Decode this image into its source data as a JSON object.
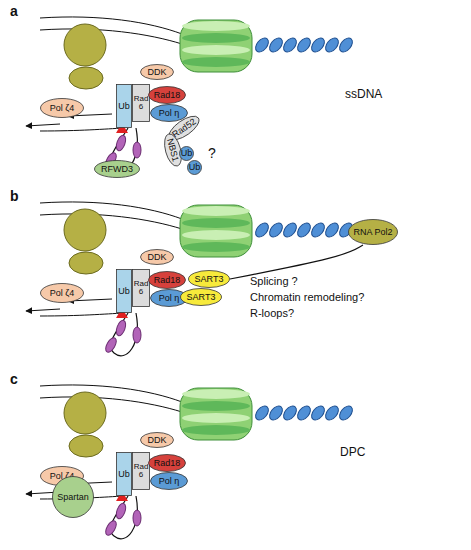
{
  "diagram": {
    "nodes": [
      {
        "text": [
          "DDK"
        ]
      },
      {
        "text": [
          "Ub"
        ]
      },
      {
        "text": [
          "Rad 6"
        ]
      },
      {
        "text": [
          "Rad18"
        ]
      },
      {
        "text": [
          "Pol ζ4"
        ]
      },
      {
        "text": [
          "Pol η"
        ]
      },
      {
        "text": [
          "Rad52"
        ]
      },
      {
        "text": [
          "NBS1"
        ]
      },
      {
        "text": [
          "Ub"
        ]
      },
      {
        "text": [
          "Ub"
        ]
      },
      {
        "text": [
          "RFWD3"
        ]
      },
      {
        "text": [
          "DDK"
        ]
      },
      {
        "text": [
          "Ub"
        ]
      },
      {
        "text": [
          "Rad 6"
        ]
      },
      {
        "text": [
          "Rad18"
        ]
      },
      {
        "text": [
          "Pol ζ4"
        ]
      },
      {
        "text": [
          "Pol η"
        ]
      },
      {
        "text": [
          "SART3"
        ]
      },
      {
        "text": [
          "SART3"
        ]
      },
      {
        "text": [
          "RNA Pol2"
        ]
      },
      {
        "text": [
          "DDK"
        ]
      },
      {
        "text": [
          "Ub"
        ]
      },
      {
        "text": [
          "Rad 6"
        ]
      },
      {
        "text": [
          "Rad18"
        ]
      },
      {
        "text": [
          "Pol ζ4"
        ]
      },
      {
        "text": [
          "Pol η"
        ]
      },
      {
        "text": [
          "Spartan"
        ]
      }
    ],
    "edges": [
      {
        "from": 19,
        "to": 17,
        "arrow": "none"
      }
    ],
    "labels": [
      "a",
      "ssDNA",
      "?",
      "b",
      "Splicing ?",
      "Chromatin remodeling?",
      "R-loops?",
      "c",
      "DPC"
    ]
  }
}
